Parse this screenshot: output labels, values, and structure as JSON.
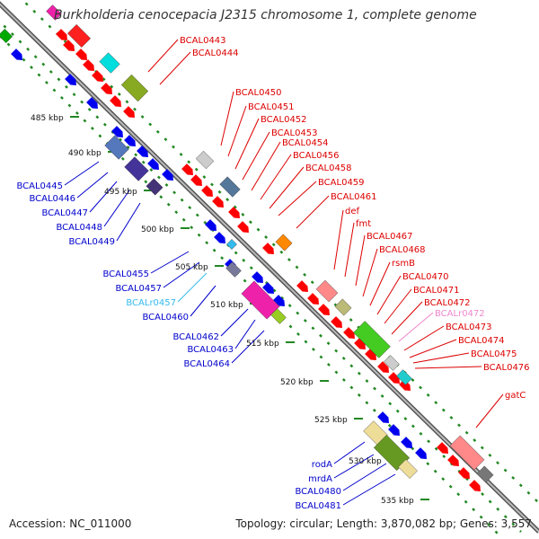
{
  "title": "Burkholderia cenocepacia J2315 chromosome 1, complete genome",
  "accession_label": "Accession: NC_011000",
  "summary_label": "Topology: circular; Length: 3,870,082 bp; Genes: 3,557",
  "colors": {
    "backbone": "#808080",
    "forward_gene": "#ff0000",
    "reverse_gene": "#0000ee",
    "rna_gene": "#33bbee",
    "rna_label_light": "#ee88cc",
    "tick": "#228822",
    "label_red": "#dd0000",
    "label_blue": "#0000cc"
  },
  "scale_labels": [
    "485 kbp",
    "490 kbp",
    "495 kbp",
    "500 kbp",
    "505 kbp",
    "510 kbp",
    "515 kbp",
    "520 kbp",
    "525 kbp",
    "530 kbp",
    "535 kbp"
  ],
  "forward_labels": [
    "BCAL0443",
    "BCAL0444",
    "BCAL0450",
    "BCAL0451",
    "BCAL0452",
    "BCAL0453",
    "BCAL0454",
    "BCAL0456",
    "BCAL0458",
    "BCAL0459",
    "BCAL0461",
    "def",
    "fmt",
    "BCAL0467",
    "BCAL0468",
    "rsmB",
    "BCAL0470",
    "BCAL0471",
    "BCAL0472",
    "BCALr0472",
    "BCAL0473",
    "BCAL0474",
    "BCAL0475",
    "BCAL0476",
    "gatC"
  ],
  "reverse_labels": [
    "BCAL0445",
    "BCAL0446",
    "BCAL0447",
    "BCAL0448",
    "BCAL0449",
    "BCAL0455",
    "BCAL0457",
    "BCALr0457",
    "BCAL0460",
    "BCAL0462",
    "BCAL0463",
    "BCAL0464",
    "rodA",
    "mrdA",
    "BCAL0480",
    "BCAL0481"
  ]
}
